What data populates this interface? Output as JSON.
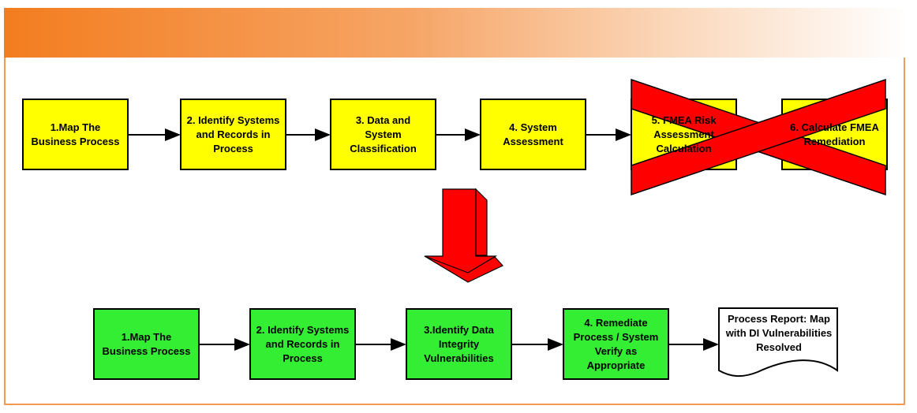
{
  "top_flow": {
    "steps": [
      {
        "label": "1.Map The Business Process"
      },
      {
        "label": "2. Identify Systems and Records in Process"
      },
      {
        "label": "3. Data and System Classification"
      },
      {
        "label": "4. System Assessment"
      },
      {
        "label": "5. FMEA Risk Assessment Calculation"
      },
      {
        "label": "6. Calculate FMEA Remediation"
      }
    ],
    "box_color": "#ffff00",
    "crossed_out_steps": [
      5,
      6
    ],
    "cross_color": "#ff0000"
  },
  "transition_arrow": {
    "color": "#ff0000",
    "direction": "down"
  },
  "bottom_flow": {
    "steps": [
      {
        "label": "1.Map The Business Process"
      },
      {
        "label": "2. Identify Systems and Records in Process"
      },
      {
        "label": "3.Identify Data Integrity Vulnerabilities"
      },
      {
        "label": "4. Remediate Process / System Verify as Appropriate"
      }
    ],
    "box_color": "#33ee33",
    "report": {
      "label": "Process Report: Map with DI Vulnerabilities Resolved"
    }
  },
  "header_band_color": "#f37d1f"
}
